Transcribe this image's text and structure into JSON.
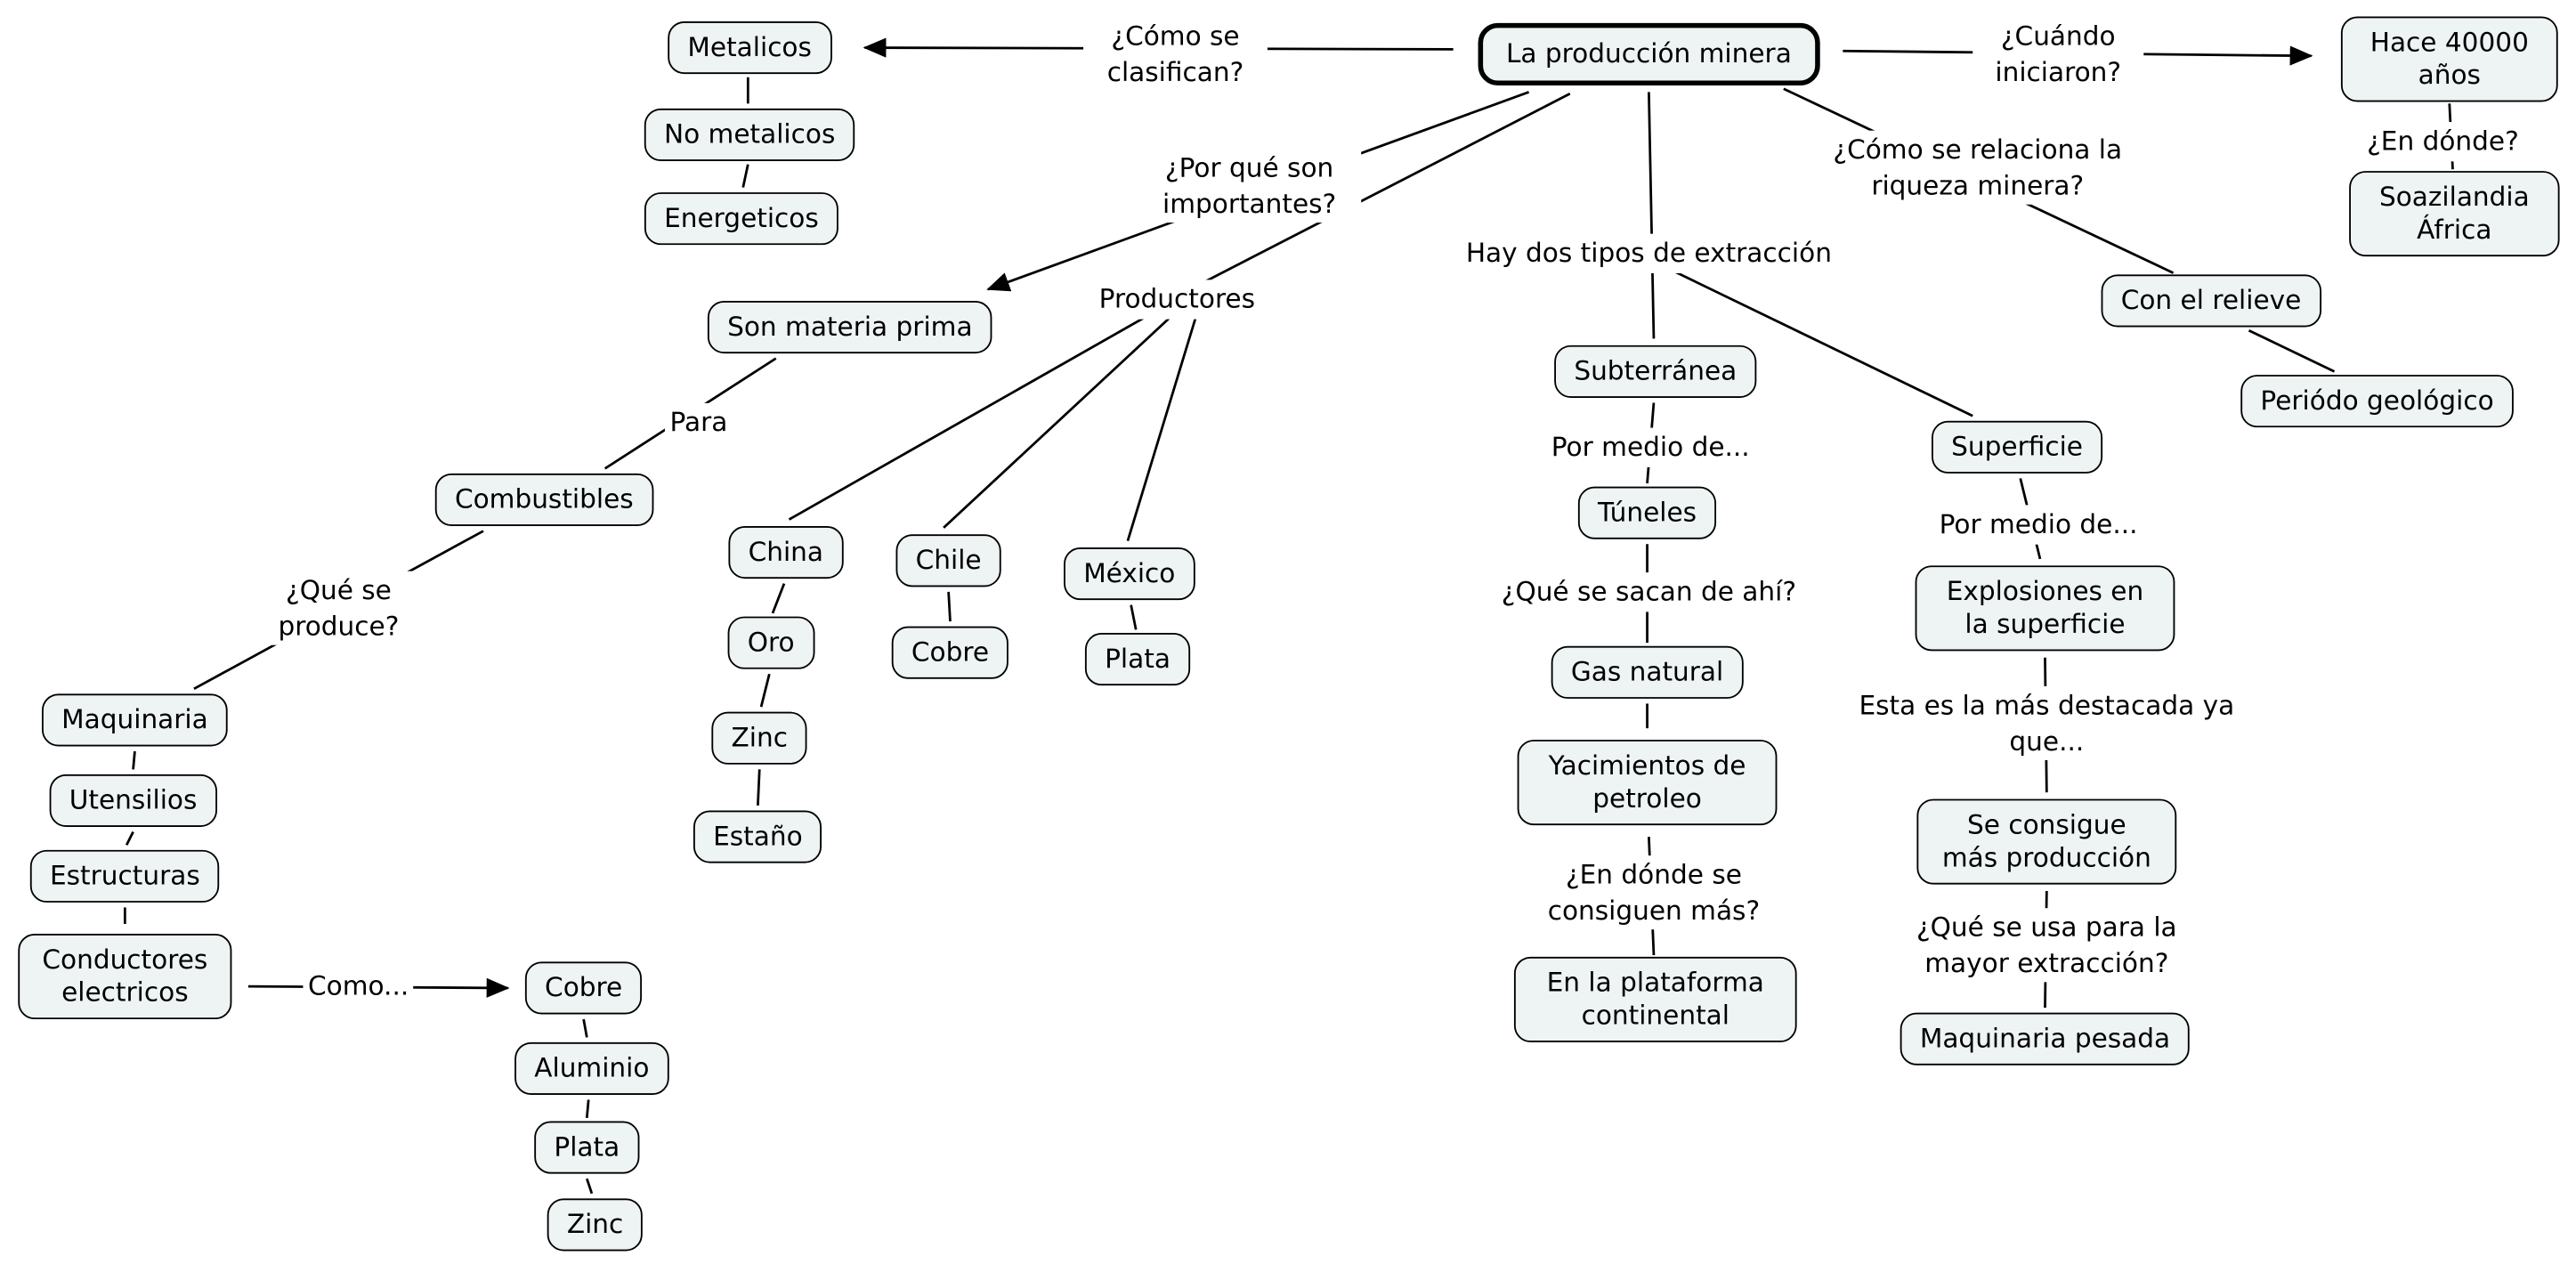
{
  "diagram": {
    "title": "La producción minera",
    "colors": {
      "node_fill": "#eef3f3",
      "node_border": "#000000",
      "line": "#000000",
      "background": "#ffffff"
    },
    "nodes": {
      "main": "La producción minera",
      "metalicos": "Metalicos",
      "no_metalicos": "No metalicos",
      "energeticos": "Energeticos",
      "hace_40000": "Hace 40000 años",
      "soazilandia": "Soazilandia África",
      "con_el_relieve": "Con el relieve",
      "periodo_geologico": "Periódo geológico",
      "son_materia_prima": "Son materia prima",
      "combustibles": "Combustibles",
      "maquinaria": "Maquinaria",
      "utensilios": "Utensilios",
      "estructuras": "Estructuras",
      "conductores": "Conductores electricos",
      "cobre_1": "Cobre",
      "aluminio": "Aluminio",
      "plata_1": "Plata",
      "zinc_1": "Zinc",
      "china": "China",
      "oro": "Oro",
      "zinc_2": "Zinc",
      "estano": "Estaño",
      "chile": "Chile",
      "cobre_2": "Cobre",
      "mexico": "México",
      "plata_2": "Plata",
      "subterranea": "Subterránea",
      "tuneles": "Túneles",
      "gas_natural": "Gas natural",
      "yacimientos": "Yacimientos de petroleo",
      "plataforma": "En la plataforma continental",
      "superficie": "Superficie",
      "explosiones": "Explosiones en la superficie",
      "se_consigue": "Se consigue más producción",
      "maquinaria_pesada": "Maquinaria pesada"
    },
    "labels": {
      "como_clasifican": "¿Cómo se clasifican?",
      "cuando_iniciaron": "¿Cuándo iniciaron?",
      "en_donde": "¿En dónde?",
      "como_relaciona": "¿Cómo se relaciona la riqueza minera?",
      "por_que_importantes": "¿Por qué son importantes?",
      "productores": "Productores",
      "hay_dos_tipos": "Hay dos tipos de extracción",
      "para": "Para",
      "que_se_produce": "¿Qué se produce?",
      "como": "Como...",
      "por_medio_1": "Por medio de...",
      "que_se_sacan": "¿Qué se sacan de ahí?",
      "en_donde_consiguen": "¿En dónde se consiguen más?",
      "por_medio_2": "Por medio de...",
      "mas_destacada": "Esta es la más destacada ya que...",
      "que_se_usa": "¿Qué se usa para la mayor extracción?"
    }
  }
}
